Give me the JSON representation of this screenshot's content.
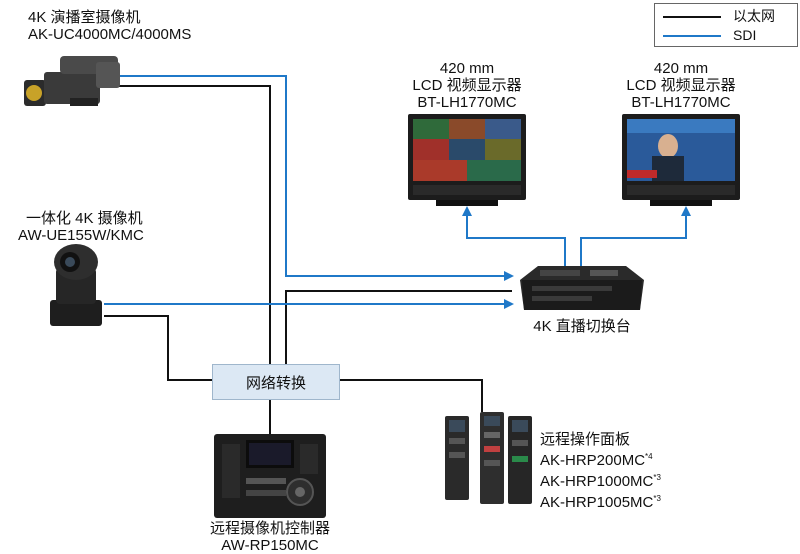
{
  "legend": {
    "ethernet_label": "以太网",
    "sdi_label": "SDI",
    "ethernet_color": "#111111",
    "sdi_color": "#1f78c8"
  },
  "studio_camera": {
    "line1": "4K 演播室摄像机",
    "line2": "AK-UC4000MC/4000MS"
  },
  "ptz_camera": {
    "line1": "一体化 4K 摄像机",
    "line2": "AW-UE155W/KMC"
  },
  "monitor_left": {
    "line1": "420 mm",
    "line2": "LCD 视频显示器",
    "line3": "BT-LH1770MC"
  },
  "monitor_right": {
    "line1": "420 mm",
    "line2": "LCD 视频显示器",
    "line3": "BT-LH1770MC"
  },
  "switcher": {
    "label": "4K 直播切换台"
  },
  "network_switch": {
    "label": "网络转换"
  },
  "remote_controller": {
    "line1": "远程摄像机控制器",
    "line2": "AW-RP150MC"
  },
  "operation_panels": {
    "title": "远程操作面板",
    "items": [
      {
        "model": "AK-HRP200MC",
        "note": "*4"
      },
      {
        "model": "AK-HRP1000MC",
        "note": "*3"
      },
      {
        "model": "AK-HRP1005MC",
        "note": "*3"
      }
    ]
  }
}
